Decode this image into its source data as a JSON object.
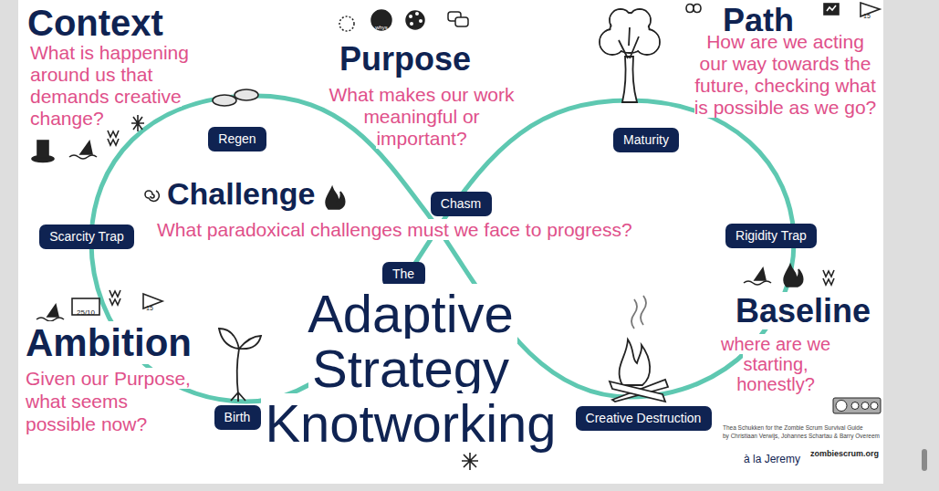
{
  "diagram": {
    "title": "Adaptive Strategy Knotworking",
    "nodes": [
      {
        "text": [
          "Regen"
        ]
      },
      {
        "text": [
          "Maturity"
        ]
      },
      {
        "text": [
          "Chasm"
        ]
      },
      {
        "text": [
          "Scarcity Trap"
        ]
      },
      {
        "text": [
          "Rigidity Trap"
        ]
      },
      {
        "text": [
          "The"
        ]
      },
      {
        "text": [
          "Birth"
        ]
      },
      {
        "text": [
          "Creative Destruction"
        ]
      }
    ],
    "labels": [
      "Context",
      "What is happening around us that demands creative change?",
      "whys",
      "Purpose",
      "What makes our work meaningful or important?",
      "Path",
      "15",
      "How are we acting our way towards the future, checking what is possible as we go?",
      "Challenge",
      "What paradoxical challenges must we face to progress?",
      "25/10",
      "15",
      "Ambition",
      "Given our Purpose, what seems possible now?",
      "Baseline",
      "where are we starting, honestly?",
      "Thea Schukken for the Zombie Scrum Survival Guide",
      "by Christiaan Verwijs, Johannes Schartau & Barry Overeem",
      "zombiescrum.org",
      "à la Jeremy"
    ]
  }
}
